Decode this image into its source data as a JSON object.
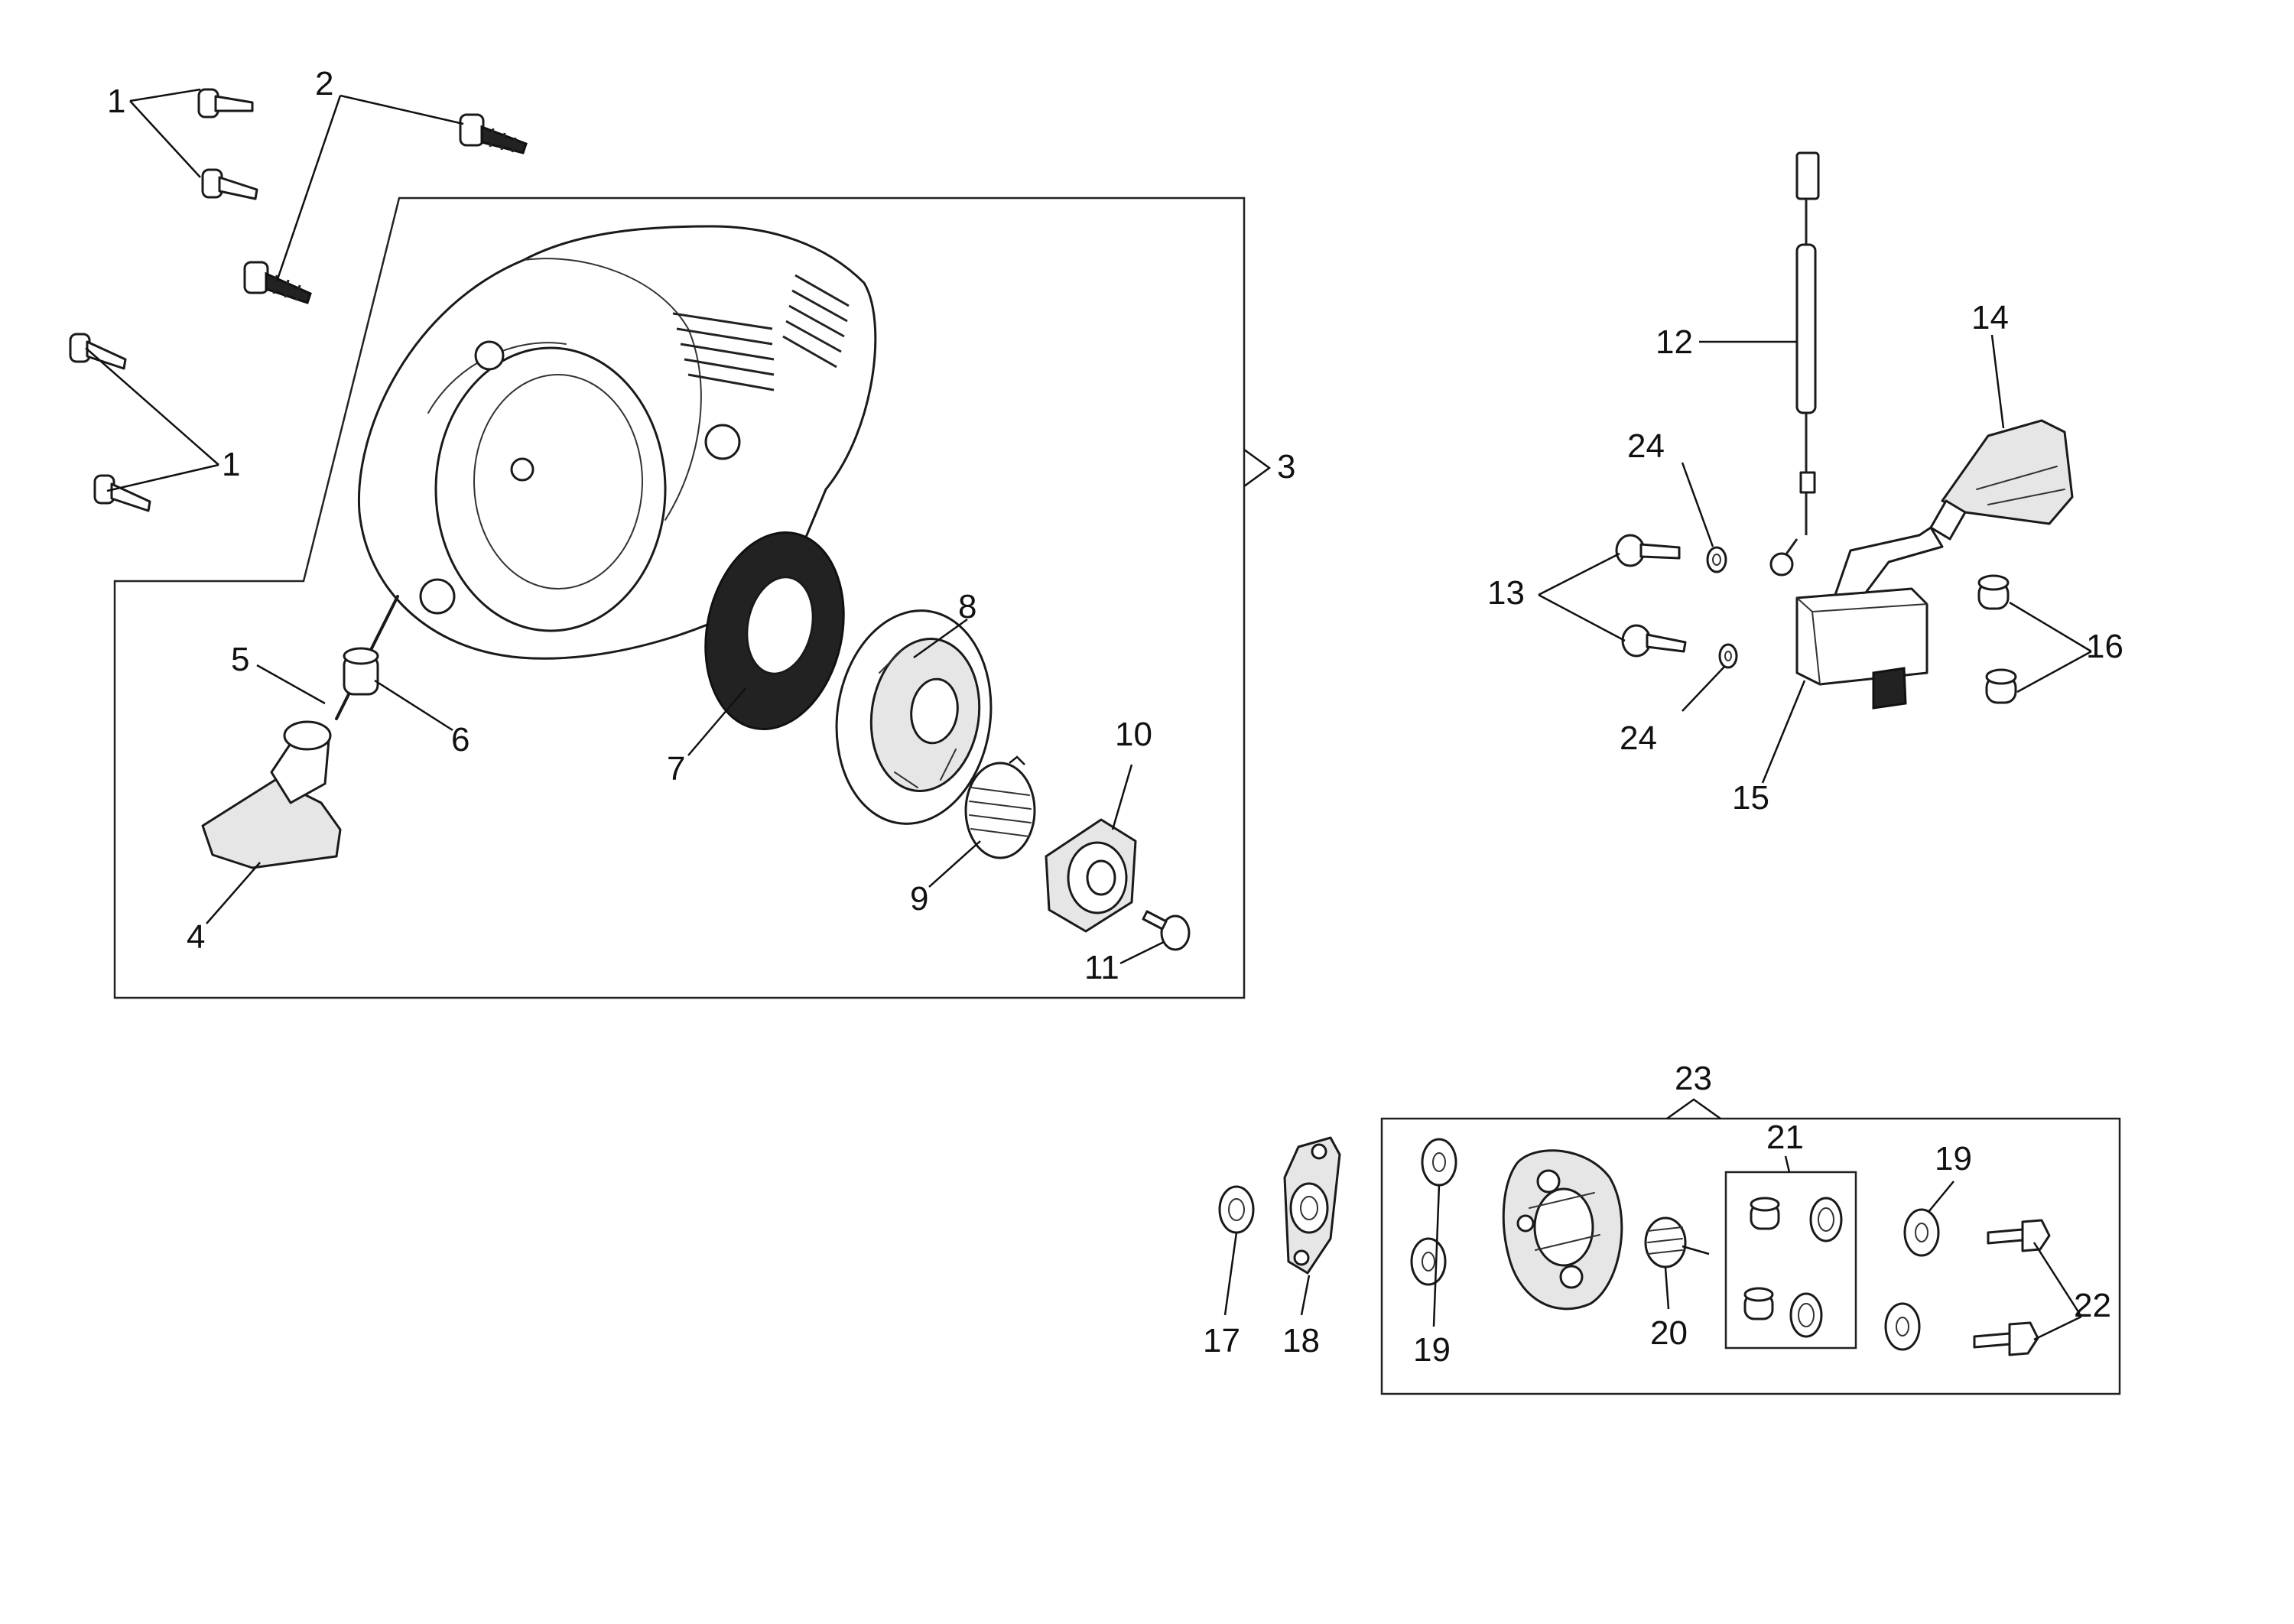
{
  "diagram": {
    "callouts": [
      {
        "id": "c1a",
        "text": "1"
      },
      {
        "id": "c2",
        "text": "2"
      },
      {
        "id": "c1b",
        "text": "1"
      },
      {
        "id": "c3",
        "text": "3"
      },
      {
        "id": "c4",
        "text": "4"
      },
      {
        "id": "c5",
        "text": "5"
      },
      {
        "id": "c6",
        "text": "6"
      },
      {
        "id": "c7",
        "text": "7"
      },
      {
        "id": "c8",
        "text": "8"
      },
      {
        "id": "c9",
        "text": "9"
      },
      {
        "id": "c10",
        "text": "10"
      },
      {
        "id": "c11",
        "text": "11"
      },
      {
        "id": "c12",
        "text": "12"
      },
      {
        "id": "c13",
        "text": "13"
      },
      {
        "id": "c14",
        "text": "14"
      },
      {
        "id": "c15",
        "text": "15"
      },
      {
        "id": "c16",
        "text": "16"
      },
      {
        "id": "c17",
        "text": "17"
      },
      {
        "id": "c18",
        "text": "18"
      },
      {
        "id": "c19a",
        "text": "19"
      },
      {
        "id": "c19b",
        "text": "19"
      },
      {
        "id": "c20",
        "text": "20"
      },
      {
        "id": "c21",
        "text": "21"
      },
      {
        "id": "c22",
        "text": "22"
      },
      {
        "id": "c23",
        "text": "23"
      },
      {
        "id": "c24a",
        "text": "24"
      },
      {
        "id": "c24b",
        "text": "24"
      }
    ],
    "groups": [
      {
        "name": "starter-assembly",
        "callout": "3"
      },
      {
        "name": "clutch-assembly",
        "callout": "23"
      },
      {
        "name": "clutch-shoe-kit",
        "callout": "21"
      }
    ],
    "colors": {
      "line": "#111111",
      "background": "#ffffff",
      "shade": "#e6e6e6"
    }
  }
}
